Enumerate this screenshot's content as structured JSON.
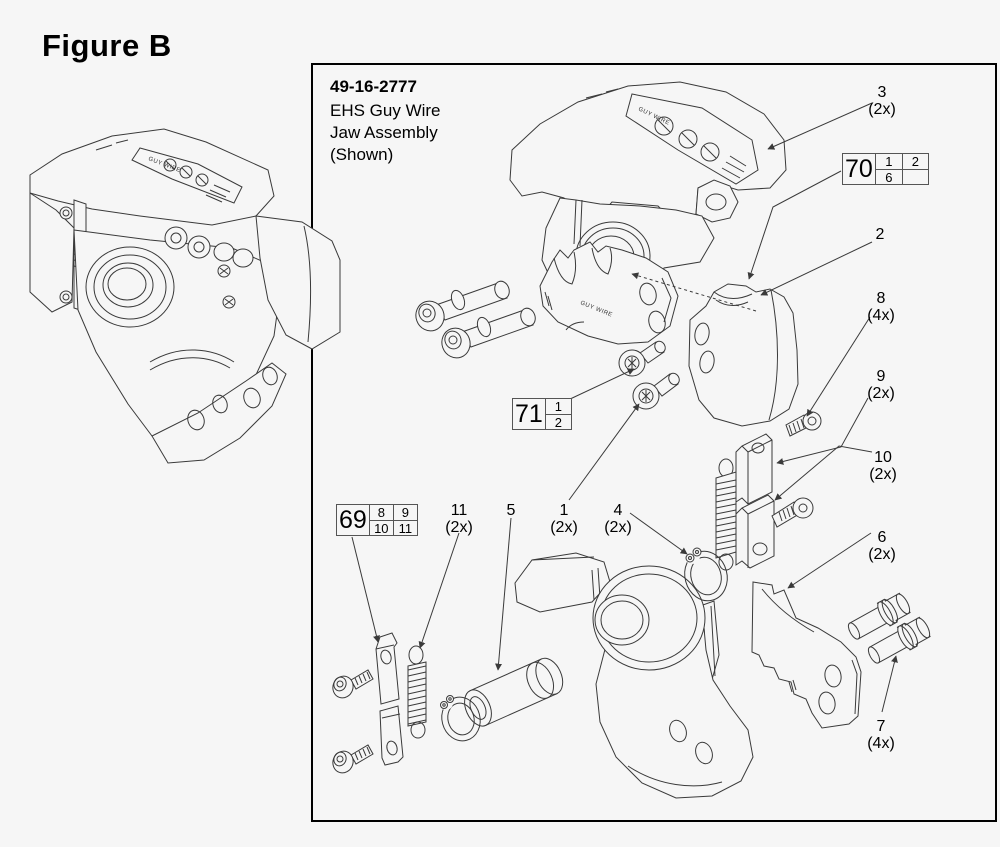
{
  "figure_label": "Figure B",
  "panel": {
    "part_number": "49-16-2777",
    "title_line1": "EHS Guy Wire",
    "title_line2": "Jaw Assembly",
    "title_line3": "(Shown)"
  },
  "callouts": {
    "c1": {
      "num": "1",
      "qty": "(2x)"
    },
    "c2": {
      "num": "2",
      "qty": ""
    },
    "c3": {
      "num": "3",
      "qty": "(2x)"
    },
    "c4": {
      "num": "4",
      "qty": "(2x)"
    },
    "c5": {
      "num": "5",
      "qty": ""
    },
    "c6": {
      "num": "6",
      "qty": "(2x)"
    },
    "c7": {
      "num": "7",
      "qty": "(4x)"
    },
    "c8": {
      "num": "8",
      "qty": "(4x)"
    },
    "c9": {
      "num": "9",
      "qty": "(2x)"
    },
    "c10": {
      "num": "10",
      "qty": "(2x)"
    },
    "c11": {
      "num": "11",
      "qty": "(2x)"
    }
  },
  "ref_boxes": {
    "b69": {
      "id": "69",
      "r1c1": "8",
      "r1c2": "9",
      "r2c1": "10",
      "r2c2": "11"
    },
    "b70": {
      "id": "70",
      "r1c1": "1",
      "r1c2": "2",
      "r2c1": "6",
      "r2c2": ""
    },
    "b71": {
      "id": "71",
      "r1": "1",
      "r2": "2"
    }
  },
  "stamp_text": "GUY WIRE",
  "colors": {
    "line": "#3a3a3a",
    "text": "#000000",
    "background": "#f6f6f6",
    "panel_border": "#000000"
  }
}
